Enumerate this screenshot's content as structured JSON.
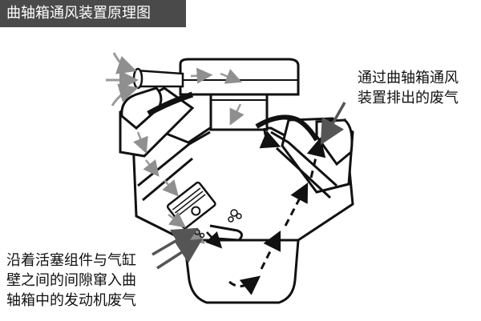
{
  "title": "曲轴箱通风装置原理图",
  "callouts": {
    "exhaust_out": [
      "通过曲轴箱通风",
      "装置排出的废气"
    ],
    "blowby": [
      "沿着活塞组件与气缸",
      "壁之间的间隙窜入曲",
      "轴箱中的发动机废气"
    ]
  },
  "colors": {
    "title_bg": "#4a4a4a",
    "outline": "#111111",
    "engine_fill": "#ffffff",
    "arrow_gray": "#9a9a9a",
    "arrow_black": "#111111"
  }
}
